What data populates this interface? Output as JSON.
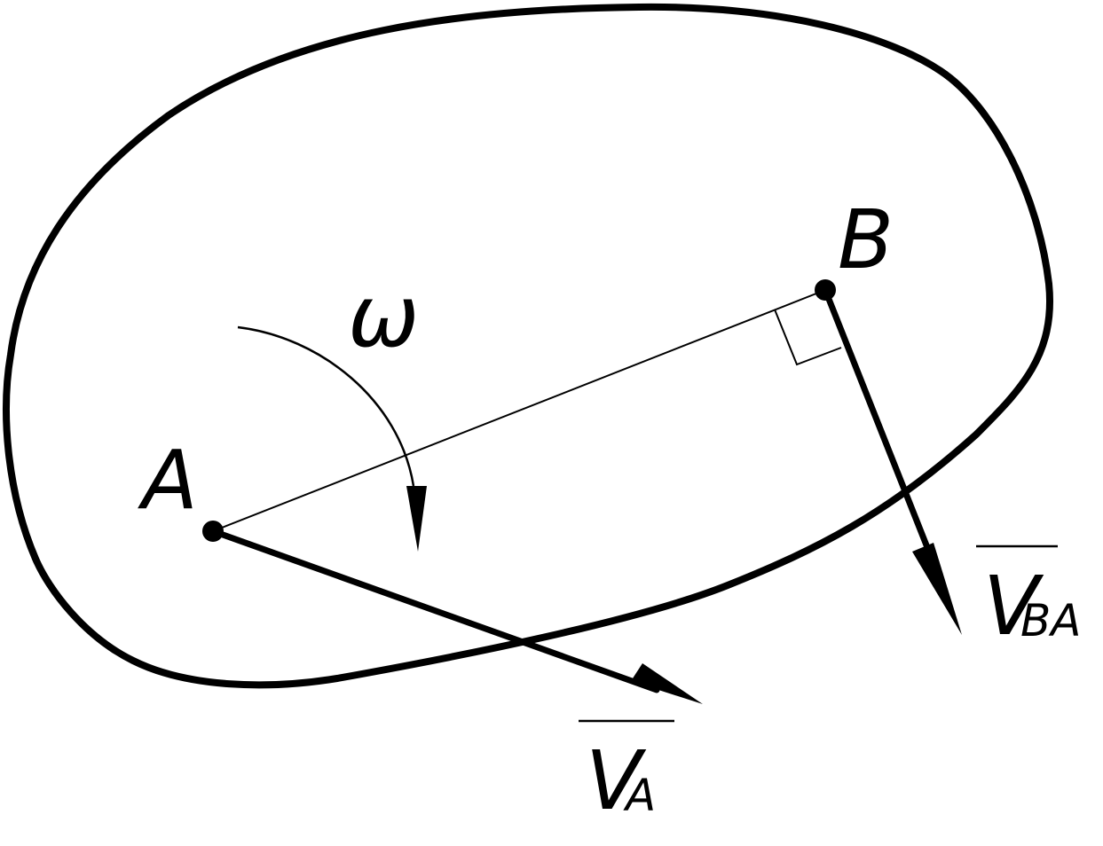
{
  "diagram": {
    "point_a_label": "A",
    "point_b_label": "B",
    "omega_label": "ω",
    "va_main": "V",
    "va_sub": "A",
    "vba_main": "V",
    "vba_sub": "BA"
  },
  "colors": {
    "stroke": "#000000",
    "background": "#ffffff"
  }
}
